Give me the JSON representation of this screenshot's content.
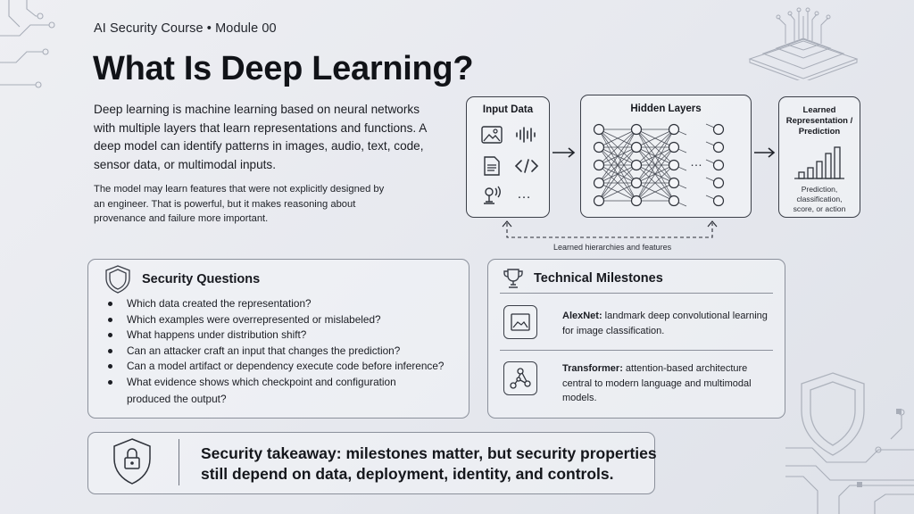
{
  "header": {
    "course_label": "AI Security Course • Module 00",
    "title": "What Is Deep Learning?"
  },
  "intro": {
    "paragraph": "Deep learning is machine learning based on neural networks with multiple layers that learn representations and functions. A deep model can identify patterns in images, audio, text, code, sensor data, or multimodal inputs.",
    "note": "The model may learn features that were not explicitly designed by an engineer. That is powerful, but it makes reasoning about provenance and failure more important."
  },
  "diagram": {
    "input_label": "Input Data",
    "input_more": "…",
    "hidden_label": "Hidden Layers",
    "hidden_more": "…",
    "output_label_line1": "Learned",
    "output_label_line2": "Representation /",
    "output_label_line3": "Prediction",
    "output_desc_line1": "Prediction,",
    "output_desc_line2": "classification,",
    "output_desc_line3": "score, or action",
    "feedback_caption": "Learned hierarchies and features",
    "icons": [
      "image-icon",
      "audio-waveform-icon",
      "document-icon",
      "code-icon",
      "microphone-icon",
      "ellipsis-icon",
      "bar-chart-icon"
    ]
  },
  "security_questions": {
    "heading": "Security Questions",
    "icon": "shield-icon",
    "items": [
      "Which data created the representation?",
      "Which examples were overrepresented or mislabeled?",
      "What happens under distribution shift?",
      "Can an attacker craft an input that changes the prediction?",
      "Can a model artifact or dependency execute code before inference?",
      "What evidence shows which checkpoint and configuration",
      "produced the output?"
    ]
  },
  "milestones": {
    "heading": "Technical Milestones",
    "icon": "trophy-icon",
    "items": [
      {
        "icon": "image-icon",
        "name": "AlexNet:",
        "text_line1": " landmark deep convolutional learning",
        "text_line2": "for image classification."
      },
      {
        "icon": "network-graph-icon",
        "name": "Transformer:",
        "text_line1": " attention-based architecture",
        "text_line2": "central to modern language and multimodal",
        "text_line3": "models."
      }
    ]
  },
  "takeaway": {
    "icon": "lock-shield-icon",
    "line1": "Security takeaway:  milestones matter, but security properties",
    "line2": "still depend on data, deployment, identity, and controls."
  },
  "colors": {
    "background": "#e8e9ee",
    "ink": "#15171c",
    "line": "#3b3f48",
    "decor": "#a8adb8"
  }
}
